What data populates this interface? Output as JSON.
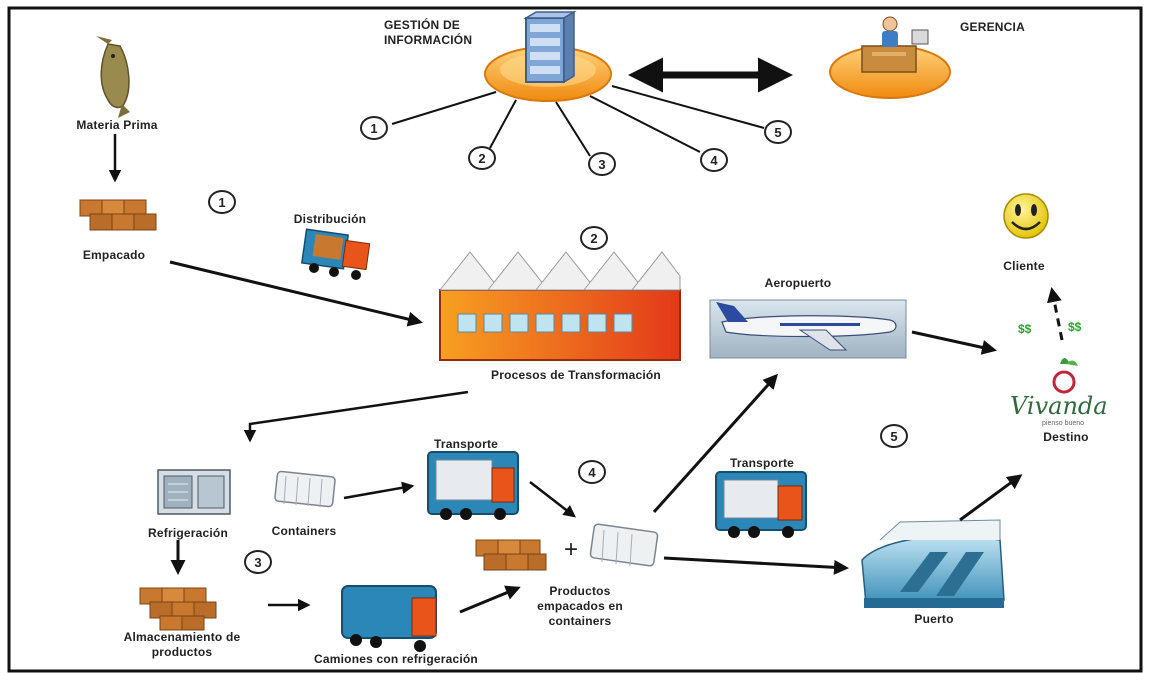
{
  "labels": {
    "gestion_line1": "GESTIÓN DE",
    "gestion_line2": "INFORMACIÓN",
    "gerencia": "GERENCIA",
    "materia_prima": "Materia Prima",
    "empacado": "Empacado",
    "distribucion": "Distribución",
    "procesos": "Procesos de Transformación",
    "aeropuerto": "Aeropuerto",
    "cliente": "Cliente",
    "destino": "Destino",
    "refrigeracion": "Refrigeración",
    "containers": "Containers",
    "transporte_1": "Transporte",
    "transporte_2": "Transporte",
    "almacenamiento_line1": "Almacenamiento de",
    "almacenamiento_line2": "productos",
    "camiones": "Camiones con refrigeración",
    "productos_line1": "Productos",
    "productos_line2": "empacados en",
    "productos_line3": "containers",
    "puerto": "Puerto",
    "plus": "+"
  },
  "hub_numbers": [
    "1",
    "2",
    "3",
    "4",
    "5"
  ],
  "stage_numbers": {
    "stage1": "1",
    "stage2": "2",
    "stage3": "3",
    "stage4": "4",
    "stage5": "5"
  },
  "money": [
    "$$",
    "$$"
  ],
  "brand": {
    "name": "Vivanda",
    "tagline": "pienso bueno"
  },
  "colors": {
    "orange_disc": "#f39a1e",
    "factory": "#e8541a",
    "truck": "#2b87b8",
    "box": "#c9782f",
    "smiley": "#f2d81a",
    "money": "#2aa52a",
    "brand": "#2e6b3a"
  },
  "icons": [
    "fish-icon",
    "server-icon",
    "manager-desk-icon",
    "boxes-icon",
    "truck-icon",
    "factory-icon",
    "airplane-icon",
    "smiley-icon",
    "refrigerator-icon",
    "container-icon",
    "ship-icon",
    "vivanda-logo"
  ]
}
